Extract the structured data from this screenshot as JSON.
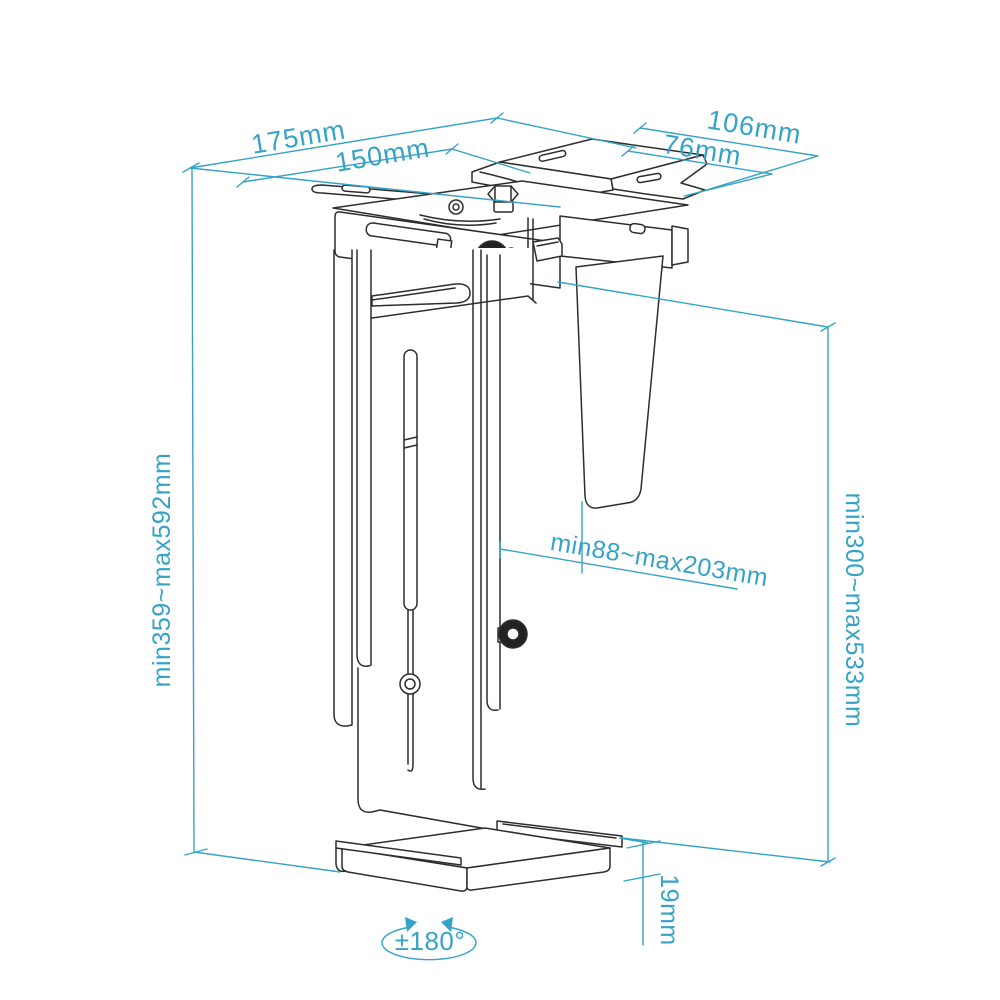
{
  "diagram": {
    "type": "technical-dimension-drawing",
    "subject": "under-desk CPU holder bracket, isometric line drawing",
    "accent_color": "#35a3c6",
    "ink_color": "#2d2d2d",
    "labels": {
      "width_outer": "175mm",
      "width_inner": "150mm",
      "depth_outer": "106mm",
      "depth_inner": "76mm",
      "height_total": "min359~max592mm",
      "height_inner": "min300~max533mm",
      "clamp_range": "min88~max203mm",
      "tray_lip": "19mm",
      "rotation": "±180°"
    }
  }
}
